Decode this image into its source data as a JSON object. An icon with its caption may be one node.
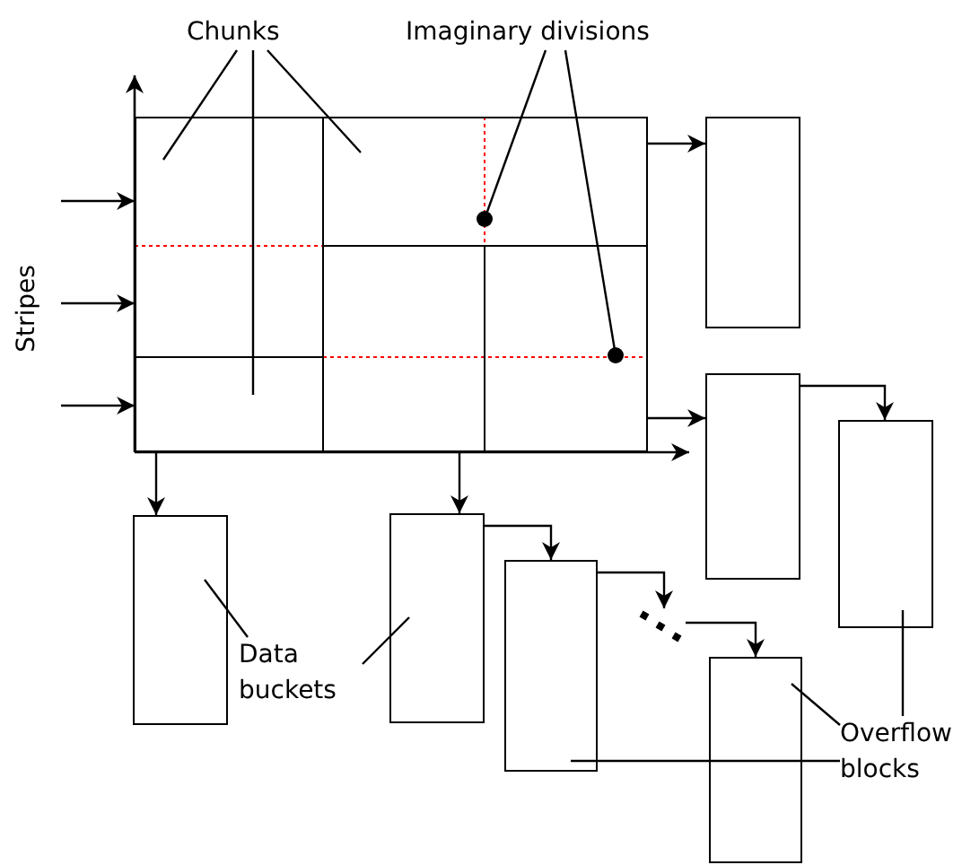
{
  "diagram": {
    "nodes": [
      {
        "text": [
          "Chunks"
        ]
      },
      {
        "text": [
          "Imaginary divisions"
        ]
      },
      {
        "text": [],
        "shape": "box"
      },
      {
        "text": [],
        "shape": "box"
      },
      {
        "text": [],
        "shape": "box"
      },
      {
        "text": [],
        "shape": "box"
      },
      {
        "text": [
          "Data buckets"
        ]
      },
      {
        "text": [],
        "shape": "box"
      },
      {
        "text": [],
        "shape": "box"
      },
      {
        "text": [],
        "shape": "box"
      },
      {
        "text": [],
        "shape": "box"
      },
      {
        "text": [
          "Overflow blocks"
        ]
      },
      {
        "text": [],
        "shape": "dots"
      }
    ],
    "edges": [
      {
        "from": 0,
        "to": 2,
        "arrow": "none"
      },
      {
        "from": 0,
        "to": 2,
        "arrow": "none"
      },
      {
        "from": 0,
        "to": 2,
        "arrow": "none"
      },
      {
        "from": 1,
        "to": 2,
        "arrow": "other"
      },
      {
        "from": 1,
        "to": 2,
        "arrow": "other"
      },
      {
        "from": null,
        "to": 2,
        "arrow": "to"
      },
      {
        "from": null,
        "to": 2,
        "arrow": "to"
      },
      {
        "from": null,
        "to": 2,
        "arrow": "to"
      },
      {
        "from": 2,
        "to": 3,
        "arrow": "to"
      },
      {
        "from": 2,
        "to": 4,
        "arrow": "to"
      },
      {
        "from": 4,
        "to": 5,
        "arrow": "to"
      },
      {
        "from": 2,
        "to": 7,
        "arrow": "to"
      },
      {
        "from": 2,
        "to": 8,
        "arrow": "to"
      },
      {
        "from": 8,
        "to": 9,
        "arrow": "to"
      },
      {
        "from": 9,
        "to": 12,
        "arrow": "to"
      },
      {
        "from": 12,
        "to": 10,
        "arrow": "to"
      },
      {
        "from": 6,
        "to": 7,
        "arrow": "none"
      },
      {
        "from": 6,
        "to": 8,
        "arrow": "none"
      },
      {
        "from": 11,
        "to": 5,
        "arrow": "none"
      },
      {
        "from": 11,
        "to": 10,
        "arrow": "none"
      },
      {
        "from": 11,
        "to": 9,
        "arrow": "none"
      }
    ],
    "labels": [
      "Stripes"
    ]
  }
}
